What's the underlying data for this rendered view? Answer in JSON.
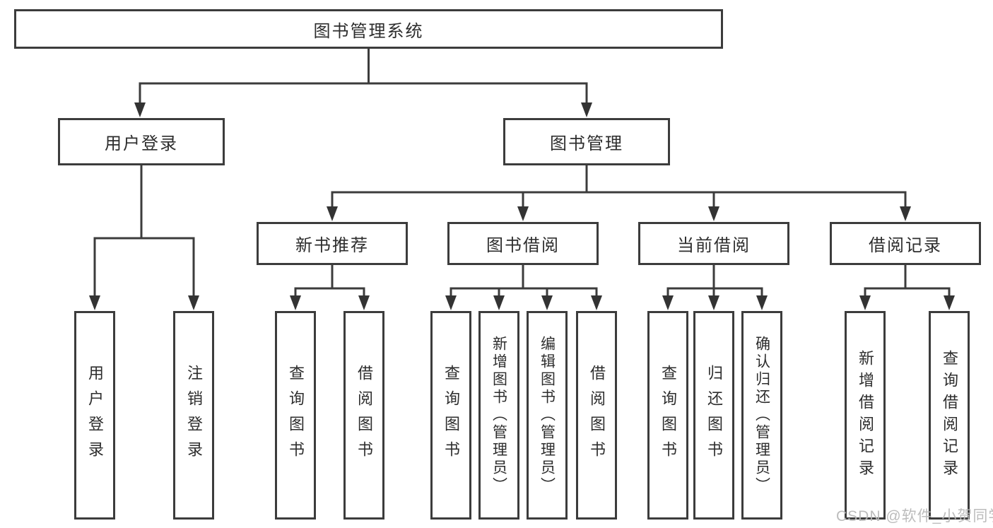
{
  "nodes": {
    "root": "图书管理系统",
    "level2": [
      "用户登录",
      "图书管理"
    ],
    "level3": [
      "新书推荐",
      "图书借阅",
      "当前借阅",
      "借阅记录"
    ],
    "leaves": [
      "用户登录",
      "注销登录",
      "查询图书",
      "借阅图书",
      "查询图书",
      "新增图书（管理员）",
      "编辑图书（管理员）",
      "借阅图书",
      "查询图书",
      "归还图书",
      "确认归还（管理员）",
      "新增借阅记录",
      "查询借阅记录"
    ]
  },
  "watermark": "CSDN @软件_小贺同学",
  "colors": {
    "line": "#3c3c3c",
    "text": "#2d2d2d",
    "watermark": "#b9b9b9",
    "background": "#ffffff"
  }
}
